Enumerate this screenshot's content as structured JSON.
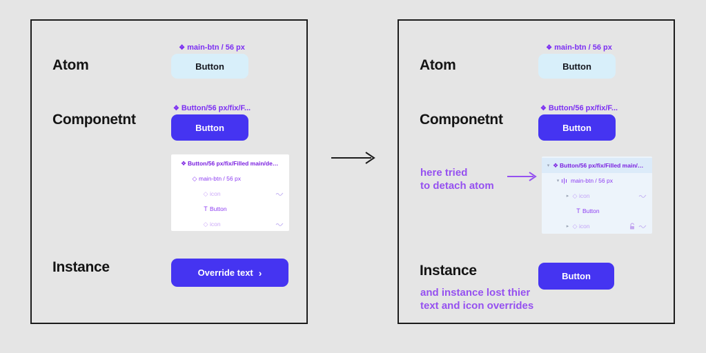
{
  "icons": {
    "component_glyph": "❖",
    "diamond_glyph": "◇",
    "text_glyph": "T",
    "caret_down": "▾",
    "caret_right": "▸",
    "chevron_right": "›"
  },
  "colors": {
    "background": "#e5e5e5",
    "frame_border": "#1b1b1b",
    "accent_purple_button": "#4534f1",
    "atom_button_blue": "#d8effa",
    "figma_purple": "#7c2ff2",
    "annotation_purple": "#9550f0",
    "layers_panel_before_bg": "#ffffff",
    "layers_panel_after_bg": "#edf4fb",
    "selected_row_bg": "#dcebf9"
  },
  "before": {
    "atom": {
      "heading": "Atom",
      "caption": "main-btn / 56 px",
      "button_label": "Button"
    },
    "component": {
      "heading": "Componetnt",
      "caption": "Button/56 px/fix/F...",
      "button_label": "Button"
    },
    "layers": {
      "title": "Button/56 px/fix/Filled main/defa...",
      "atom_row": "main-btn / 56 px",
      "icon_row_top": "icon",
      "text_row": "Button",
      "icon_row_bottom": "icon"
    },
    "instance": {
      "heading": "Instance",
      "button_label": "Override text"
    }
  },
  "after": {
    "atom": {
      "heading": "Atom",
      "caption": "main-btn / 56 px",
      "button_label": "Button"
    },
    "component": {
      "heading": "Componetnt",
      "caption": "Button/56 px/fix/F...",
      "button_label": "Button"
    },
    "annotation_detach": {
      "line1": "here tried",
      "line2": "to detach atom"
    },
    "layers": {
      "title": "Button/56 px/fix/Filled main/defa...",
      "atom_row": "main-btn / 56 px",
      "icon_row_top": "icon",
      "text_row": "Button",
      "icon_row_bottom": "icon"
    },
    "instance": {
      "heading": "Instance",
      "button_label": "Button"
    },
    "annotation_overrides": {
      "line1": "and instance lost thier",
      "line2": "text and icon overrides"
    }
  }
}
